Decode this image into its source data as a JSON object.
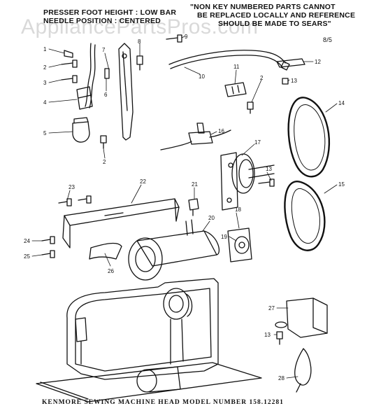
{
  "header": {
    "left_line1": "PRESSER FOOT HEIGHT : LOW BAR",
    "left_line2": "NEEDLE POSITION : CENTERED",
    "right_line1": "\"NON KEY NUMBERED PARTS CANNOT",
    "right_line2": "BE REPLACED LOCALLY AND REFERENCE",
    "right_line3": "SHOULD BE MADE TO SEARS\"",
    "page_code": "8/5"
  },
  "watermark": "AppliancePartsPros.com",
  "footer": "KENMORE SEWING MACHINE HEAD MODEL NUMBER 158.12281",
  "callouts": [
    {
      "id": "c1",
      "label": "1"
    },
    {
      "id": "c2a",
      "label": "2"
    },
    {
      "id": "c3",
      "label": "3"
    },
    {
      "id": "c4",
      "label": "4"
    },
    {
      "id": "c5",
      "label": "5"
    },
    {
      "id": "c6",
      "label": "6"
    },
    {
      "id": "c7",
      "label": "7"
    },
    {
      "id": "c8",
      "label": "8"
    },
    {
      "id": "c2b",
      "label": "2"
    },
    {
      "id": "c9",
      "label": "9"
    },
    {
      "id": "c10",
      "label": "10"
    },
    {
      "id": "c11",
      "label": "11"
    },
    {
      "id": "c2c",
      "label": "2"
    },
    {
      "id": "c12",
      "label": "12"
    },
    {
      "id": "c13a",
      "label": "13"
    },
    {
      "id": "c14",
      "label": "14"
    },
    {
      "id": "c16",
      "label": "16"
    },
    {
      "id": "c17",
      "label": "17"
    },
    {
      "id": "c13b",
      "label": "13"
    },
    {
      "id": "c15",
      "label": "15"
    },
    {
      "id": "c22",
      "label": "22"
    },
    {
      "id": "c23",
      "label": "23"
    },
    {
      "id": "c21",
      "label": "21"
    },
    {
      "id": "c18",
      "label": "18"
    },
    {
      "id": "c20",
      "label": "20"
    },
    {
      "id": "c19",
      "label": "19"
    },
    {
      "id": "c24",
      "label": "24"
    },
    {
      "id": "c25",
      "label": "25"
    },
    {
      "id": "c26",
      "label": "26"
    },
    {
      "id": "c27",
      "label": "27"
    },
    {
      "id": "c13c",
      "label": "13"
    },
    {
      "id": "c28",
      "label": "28"
    }
  ]
}
